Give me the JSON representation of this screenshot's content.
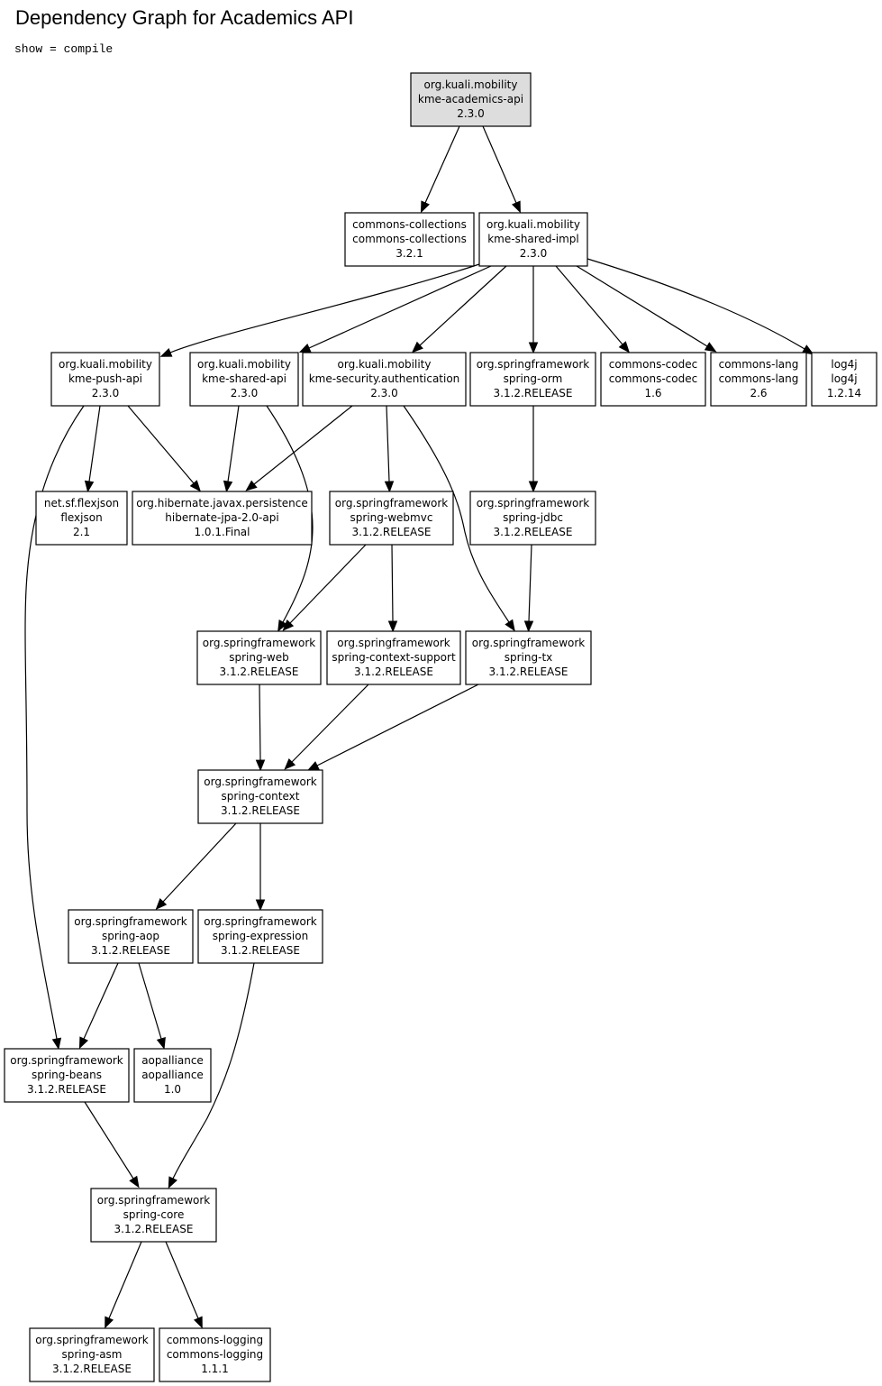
{
  "title": "Dependency Graph for Academics API",
  "filter": "show = compile",
  "colors": {
    "root_fill": "#dddddd",
    "node_fill": "#ffffff",
    "stroke": "#000000"
  },
  "nodes": [
    {
      "id": "academics-api",
      "lines": [
        "org.kuali.mobility",
        "kme-academics-api",
        "2.3.0"
      ],
      "root": true
    },
    {
      "id": "commons-collections",
      "lines": [
        "commons-collections",
        "commons-collections",
        "3.2.1"
      ]
    },
    {
      "id": "shared-impl",
      "lines": [
        "org.kuali.mobility",
        "kme-shared-impl",
        "2.3.0"
      ]
    },
    {
      "id": "push-api",
      "lines": [
        "org.kuali.mobility",
        "kme-push-api",
        "2.3.0"
      ]
    },
    {
      "id": "shared-api",
      "lines": [
        "org.kuali.mobility",
        "kme-shared-api",
        "2.3.0"
      ]
    },
    {
      "id": "security-auth",
      "lines": [
        "org.kuali.mobility",
        "kme-security.authentication",
        "2.3.0"
      ]
    },
    {
      "id": "spring-orm",
      "lines": [
        "org.springframework",
        "spring-orm",
        "3.1.2.RELEASE"
      ]
    },
    {
      "id": "commons-codec",
      "lines": [
        "commons-codec",
        "commons-codec",
        "1.6"
      ]
    },
    {
      "id": "commons-lang",
      "lines": [
        "commons-lang",
        "commons-lang",
        "2.6"
      ]
    },
    {
      "id": "log4j",
      "lines": [
        "log4j",
        "log4j",
        "1.2.14"
      ]
    },
    {
      "id": "flexjson",
      "lines": [
        "net.sf.flexjson",
        "flexjson",
        "2.1"
      ]
    },
    {
      "id": "hibernate-jpa",
      "lines": [
        "org.hibernate.javax.persistence",
        "hibernate-jpa-2.0-api",
        "1.0.1.Final"
      ]
    },
    {
      "id": "spring-webmvc",
      "lines": [
        "org.springframework",
        "spring-webmvc",
        "3.1.2.RELEASE"
      ]
    },
    {
      "id": "spring-jdbc",
      "lines": [
        "org.springframework",
        "spring-jdbc",
        "3.1.2.RELEASE"
      ]
    },
    {
      "id": "spring-web",
      "lines": [
        "org.springframework",
        "spring-web",
        "3.1.2.RELEASE"
      ]
    },
    {
      "id": "spring-context-support",
      "lines": [
        "org.springframework",
        "spring-context-support",
        "3.1.2.RELEASE"
      ]
    },
    {
      "id": "spring-tx",
      "lines": [
        "org.springframework",
        "spring-tx",
        "3.1.2.RELEASE"
      ]
    },
    {
      "id": "spring-context",
      "lines": [
        "org.springframework",
        "spring-context",
        "3.1.2.RELEASE"
      ]
    },
    {
      "id": "spring-aop",
      "lines": [
        "org.springframework",
        "spring-aop",
        "3.1.2.RELEASE"
      ]
    },
    {
      "id": "spring-expression",
      "lines": [
        "org.springframework",
        "spring-expression",
        "3.1.2.RELEASE"
      ]
    },
    {
      "id": "spring-beans",
      "lines": [
        "org.springframework",
        "spring-beans",
        "3.1.2.RELEASE"
      ]
    },
    {
      "id": "aopalliance",
      "lines": [
        "aopalliance",
        "aopalliance",
        "1.0"
      ]
    },
    {
      "id": "spring-core",
      "lines": [
        "org.springframework",
        "spring-core",
        "3.1.2.RELEASE"
      ]
    },
    {
      "id": "spring-asm",
      "lines": [
        "org.springframework",
        "spring-asm",
        "3.1.2.RELEASE"
      ]
    },
    {
      "id": "commons-logging",
      "lines": [
        "commons-logging",
        "commons-logging",
        "1.1.1"
      ]
    }
  ],
  "edges": [
    [
      "academics-api",
      "commons-collections"
    ],
    [
      "academics-api",
      "shared-impl"
    ],
    [
      "shared-impl",
      "push-api"
    ],
    [
      "shared-impl",
      "shared-api"
    ],
    [
      "shared-impl",
      "security-auth"
    ],
    [
      "shared-impl",
      "spring-orm"
    ],
    [
      "shared-impl",
      "commons-codec"
    ],
    [
      "shared-impl",
      "commons-lang"
    ],
    [
      "shared-impl",
      "log4j"
    ],
    [
      "push-api",
      "flexjson"
    ],
    [
      "push-api",
      "hibernate-jpa"
    ],
    [
      "push-api",
      "spring-beans"
    ],
    [
      "shared-api",
      "hibernate-jpa"
    ],
    [
      "shared-api",
      "spring-web"
    ],
    [
      "security-auth",
      "hibernate-jpa"
    ],
    [
      "security-auth",
      "spring-webmvc"
    ],
    [
      "security-auth",
      "spring-tx"
    ],
    [
      "spring-orm",
      "spring-jdbc"
    ],
    [
      "spring-webmvc",
      "spring-web"
    ],
    [
      "spring-webmvc",
      "spring-context-support"
    ],
    [
      "spring-jdbc",
      "spring-tx"
    ],
    [
      "spring-web",
      "spring-context"
    ],
    [
      "spring-context-support",
      "spring-context"
    ],
    [
      "spring-tx",
      "spring-context"
    ],
    [
      "spring-context",
      "spring-aop"
    ],
    [
      "spring-context",
      "spring-expression"
    ],
    [
      "spring-aop",
      "spring-beans"
    ],
    [
      "spring-aop",
      "aopalliance"
    ],
    [
      "spring-expression",
      "spring-core"
    ],
    [
      "spring-beans",
      "spring-core"
    ],
    [
      "spring-core",
      "spring-asm"
    ],
    [
      "spring-core",
      "commons-logging"
    ]
  ]
}
